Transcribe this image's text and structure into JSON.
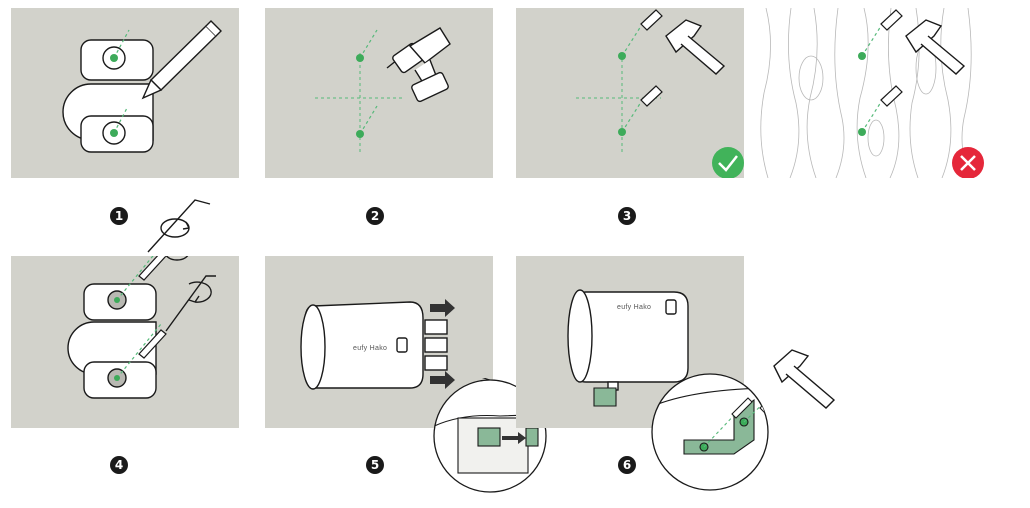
{
  "colors": {
    "panel_bg": "#d2d2cb",
    "wood_bg": "#ffffff",
    "line": "#1a1a1a",
    "green": "#3dab5a",
    "guide": "#56b97a",
    "ok": "#41b35a",
    "bad": "#e5273a",
    "badge": "#1a1a1a",
    "bracket": "#8ab898"
  },
  "steps": [
    {
      "number": "1",
      "icon": "pencil-icon",
      "action": "mark-holes"
    },
    {
      "number": "2",
      "icon": "drill-icon",
      "action": "drill-holes"
    },
    {
      "number": "3",
      "icon": "hammer-icon",
      "action": "insert-anchors"
    },
    {
      "number": "4",
      "icon": "allen-key-icon",
      "action": "screw-in"
    },
    {
      "number": "5",
      "icon": "arrow-icon",
      "action": "slide-camera-onto-mount"
    },
    {
      "number": "6",
      "icon": "hammer-icon",
      "action": "mounted"
    }
  ],
  "status": {
    "correct_icon": "check-icon",
    "incorrect_icon": "cross-icon"
  },
  "product": {
    "brand": "eufy Hako"
  }
}
